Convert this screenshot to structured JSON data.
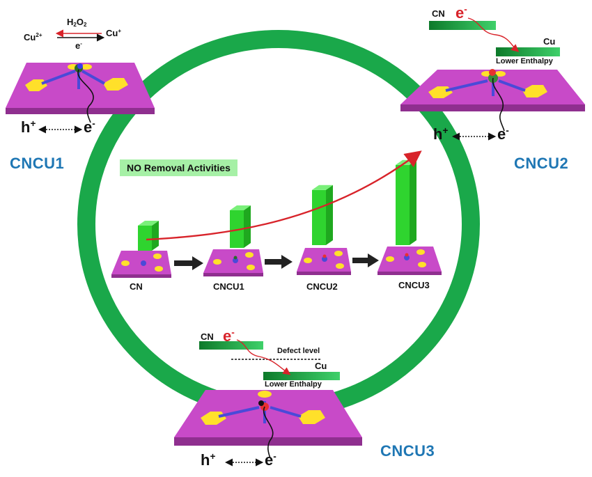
{
  "labels": {
    "cncu1": "CNCU1",
    "cncu2": "CNCU2",
    "cncu3": "CNCU3",
    "activity_badge": "NO Removal Activities",
    "steps": [
      "CN",
      "CNCU1",
      "CNCU2",
      "CNCU3"
    ],
    "h2o2": "H",
    "h2o2_sub": "2",
    "h2o2_o": "O",
    "cu2plus": "Cu",
    "cu2plus_sup": "2+",
    "cuplus": "Cu",
    "cuplus_sup": "+",
    "e": "e",
    "e_sup": "-",
    "h": "h",
    "h_sup": "+",
    "cn": "CN",
    "cu": "Cu",
    "lower_enthalpy": "Lower Enthalpy",
    "defect_level": "Defect level"
  },
  "colors": {
    "ring": "#1aa84a",
    "sheet": "#c84ac8",
    "hexagon": "#ffe02a",
    "bond": "#4a4ad8",
    "bar": "#33dd33",
    "arrow_red": "#d8232a",
    "blue_label": "#1f77b4"
  },
  "chart_data": {
    "type": "bar",
    "categories": [
      "CN",
      "CNCU1",
      "CNCU2",
      "CNCU3"
    ],
    "values": [
      1,
      1.5,
      2.2,
      3.2
    ],
    "title": "NO Removal Activities"
  }
}
